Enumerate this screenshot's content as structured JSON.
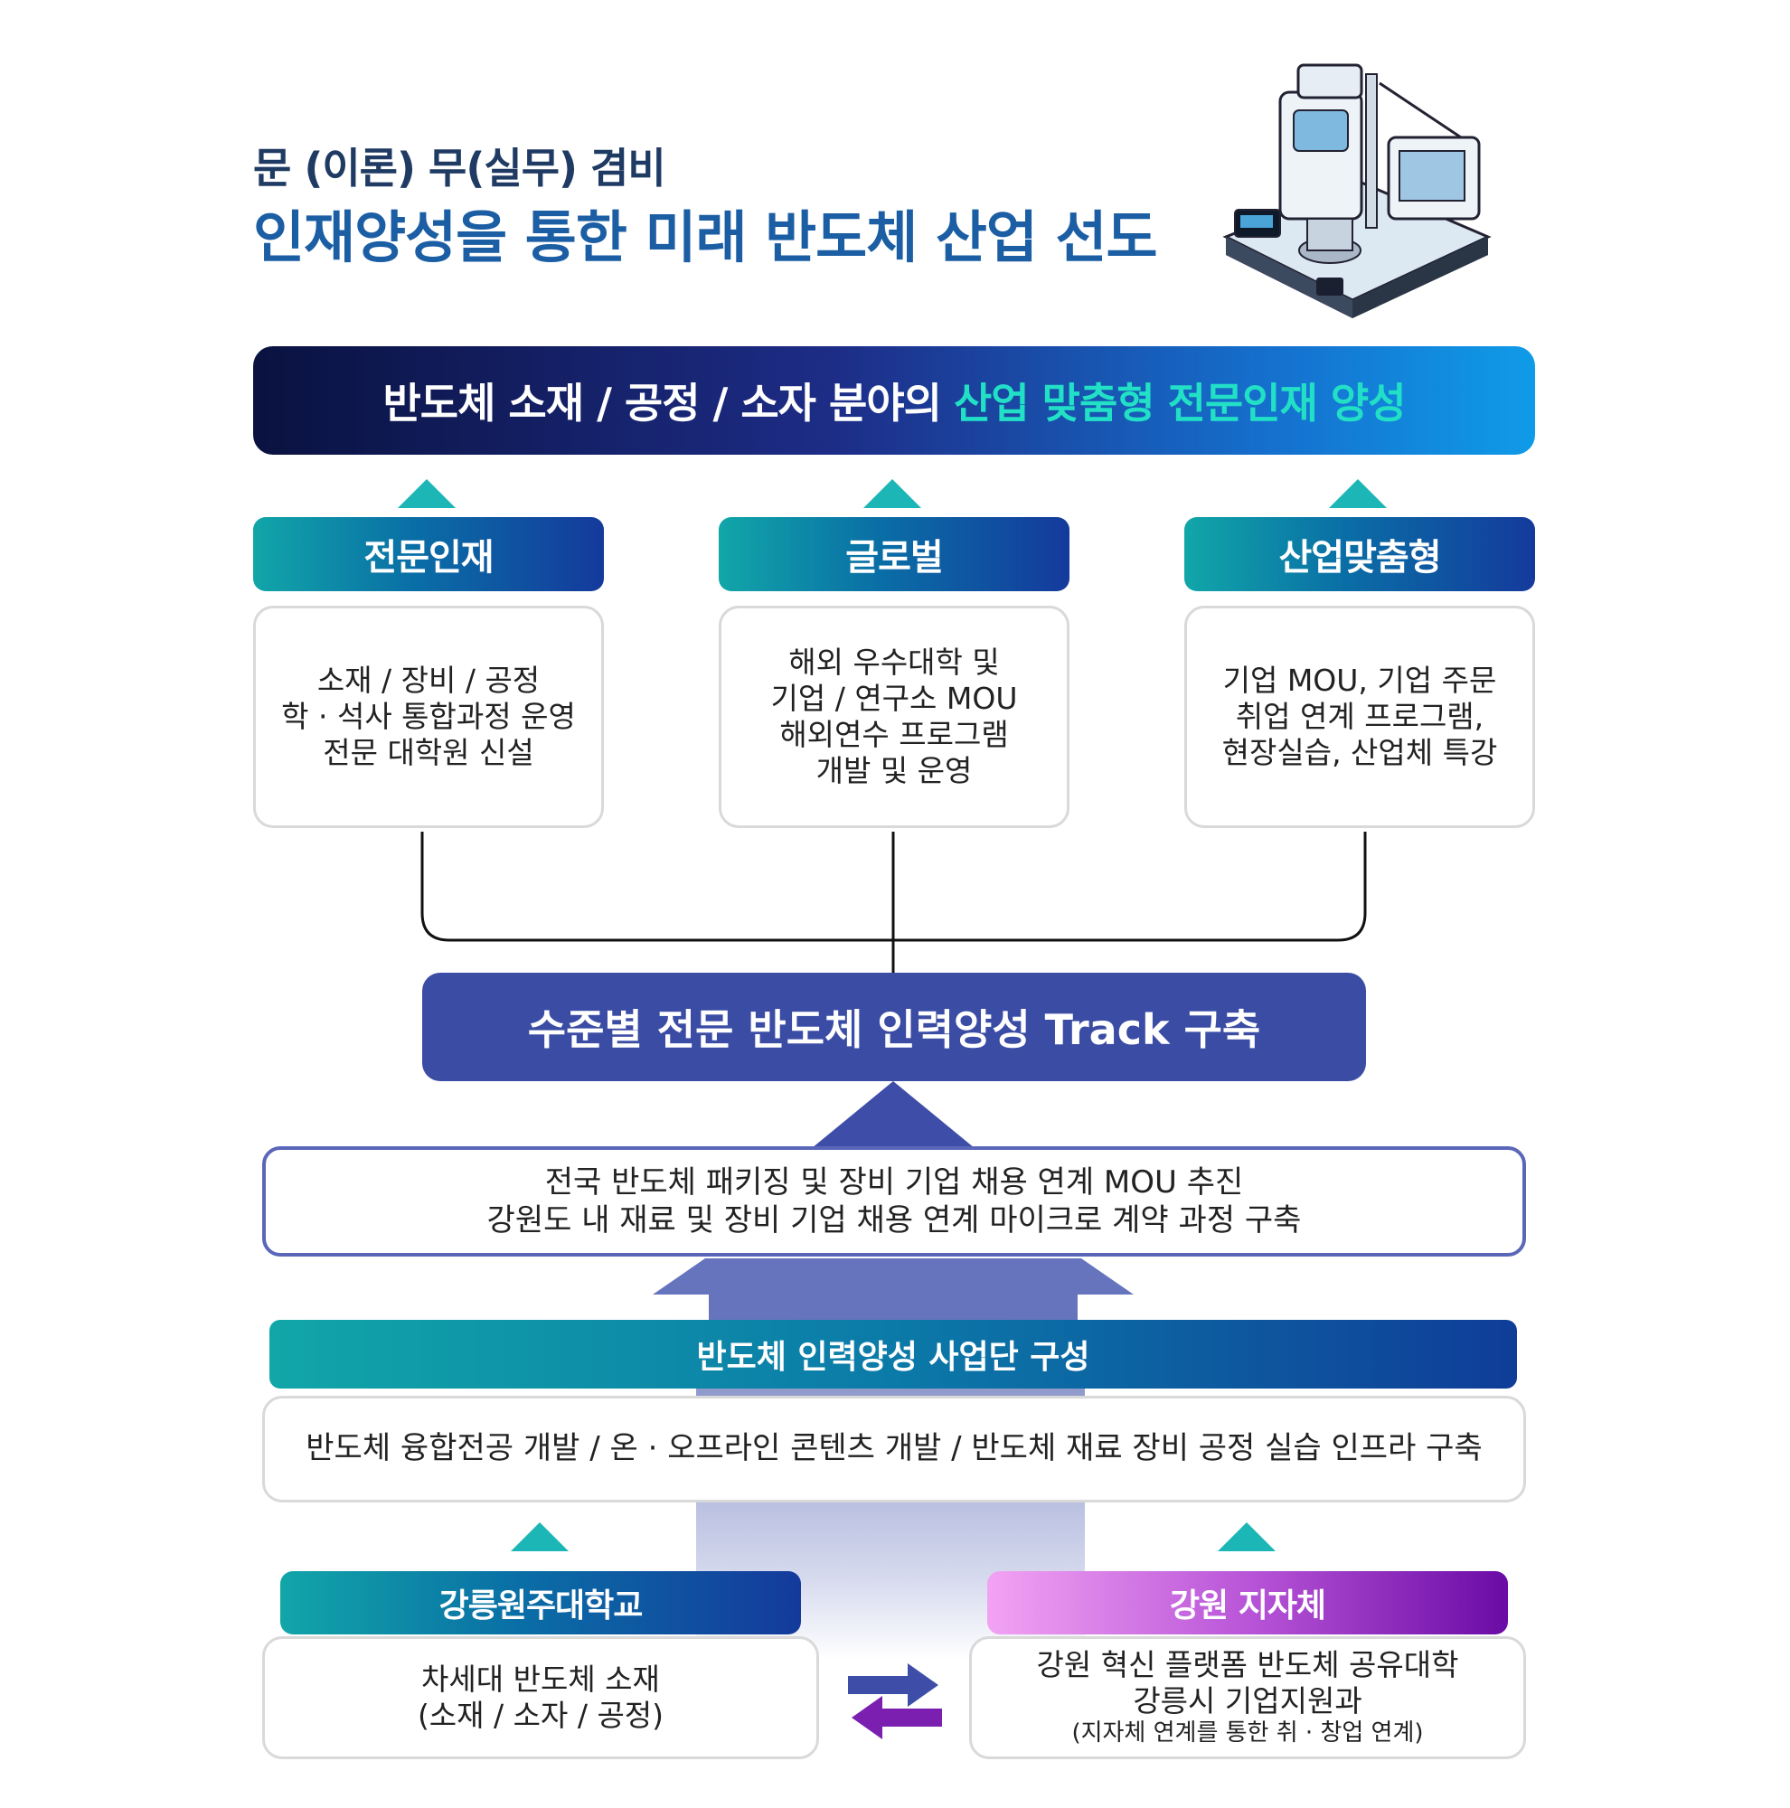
{
  "header": {
    "subtitle": "문 (이론) 무(실무) 겸비",
    "title": "인재양성을 통한 미래 반도체 산업 선도"
  },
  "banner": {
    "text_plain": "반도체 소재 / 공정 / 소자 분야의",
    "text_highlight": "산업 맞춤형 전문인재 양성"
  },
  "pillars": [
    {
      "title": "전문인재",
      "lines": [
        "소재 / 장비 / 공정",
        "학 · 석사 통합과정 운영",
        "전문 대학원 신설"
      ]
    },
    {
      "title": "글로벌",
      "lines": [
        "해외 우수대학 및",
        "기업 / 연구소 MOU",
        "해외연수 프로그램",
        "개발 및 운영"
      ]
    },
    {
      "title": "산업맞춤형",
      "lines": [
        "기업 MOU, 기업 주문",
        "취업 연계 프로그램,",
        "현장실습, 산업체 특강"
      ]
    }
  ],
  "track": {
    "text": "수준별 전문 반도체 인력양성 Track 구축"
  },
  "mou": {
    "lines": [
      "전국 반도체 패키징 및 장비 기업 채용 연계 MOU 추진",
      "강원도 내 재료 및 장비 기업 채용 연계 마이크로 계약 과정 구축"
    ]
  },
  "business": {
    "title": "반도체 인력양성 사업단 구성",
    "text": "반도체 융합전공 개발 / 온 · 오프라인 콘텐츠 개발 / 반도체 재료 장비 공정 실습 인프라 구축"
  },
  "university": {
    "title": "강릉원주대학교",
    "lines": [
      "차세대 반도체 소재",
      "(소재 / 소자 / 공정)"
    ]
  },
  "government": {
    "title": "강원 지자체",
    "lines": [
      "강원 혁신 플랫폼 반도체 공유대학",
      "강릉시 기업지원과"
    ],
    "note": "(지자체 연계를 통한 취 · 창업 연계)"
  },
  "colors": {
    "navy": "#1f3b63",
    "blue": "#1b5ea4",
    "teal": "#1bb6b5",
    "track": "#3b4ca5",
    "purple": "#6a0ba5"
  },
  "icons": [
    "semiconductor-equipment-illustration",
    "swap-arrows-icon"
  ]
}
